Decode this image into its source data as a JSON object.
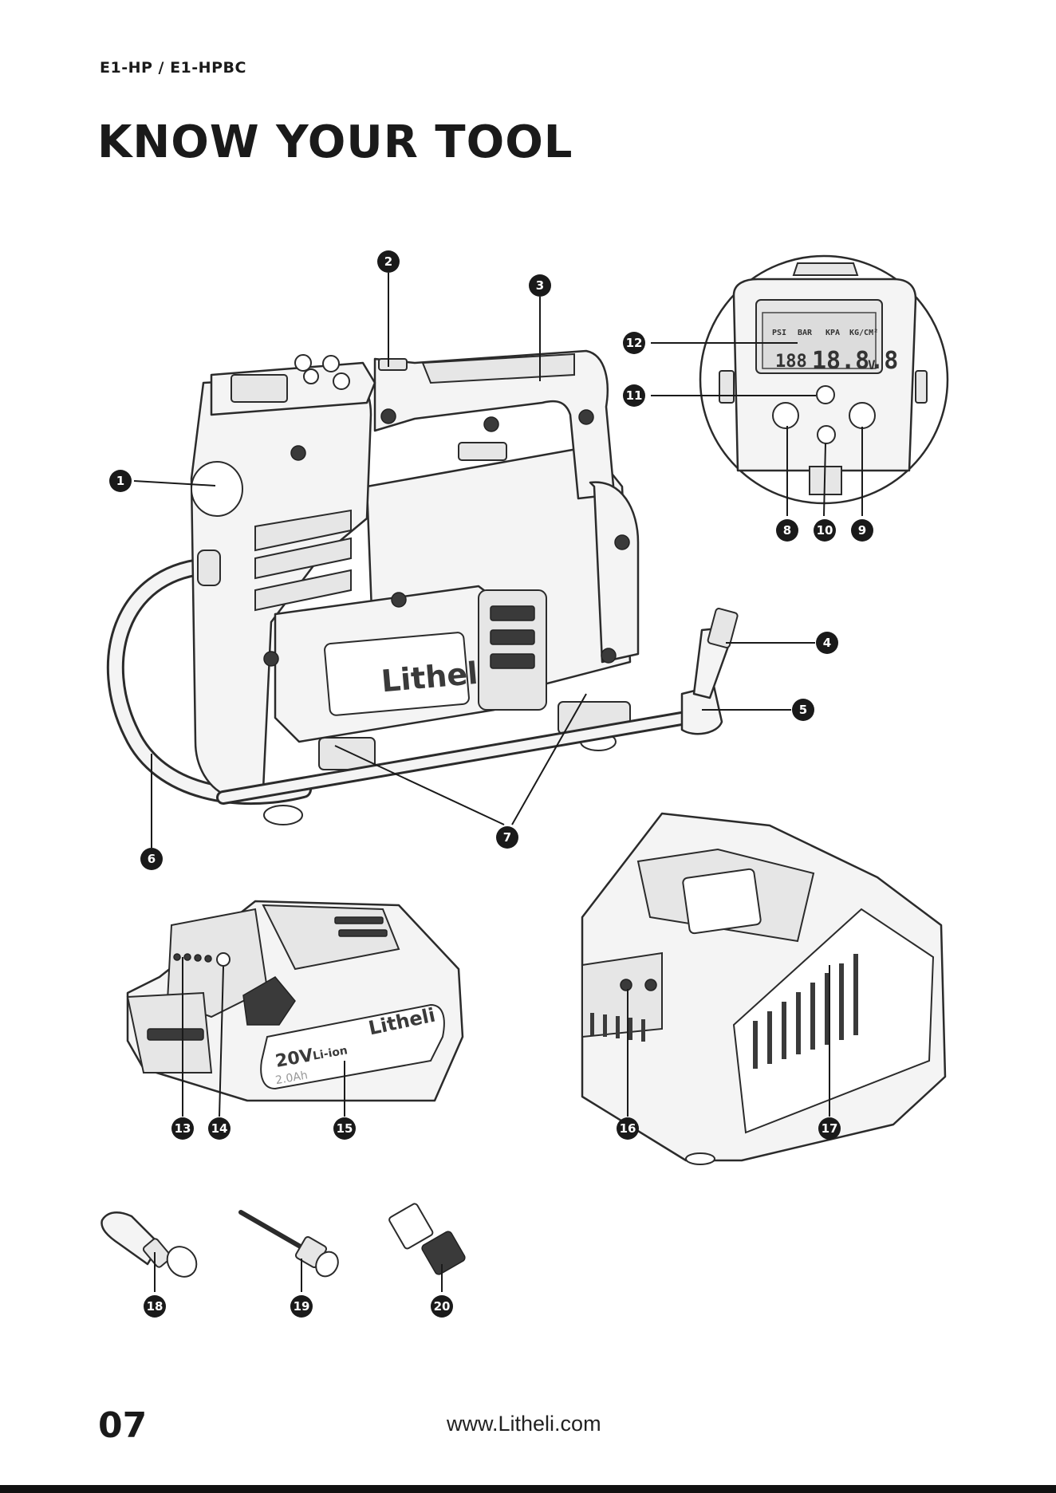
{
  "header": {
    "model": "E1-HP / E1-HPBC"
  },
  "page_title": "KNOW YOUR TOOL",
  "illustration_text": {
    "pump_brand": "Litheli",
    "battery_brand": "Litheli",
    "battery_voltage": "20V",
    "battery_type": "Li-ion",
    "battery_capacity": "2.0Ah",
    "lcd_labels": [
      "PSI",
      "BAR",
      "KPA",
      "KG/CM²"
    ],
    "lcd_left_digits": "188",
    "lcd_right_digits": "18.8.8",
    "lcd_unit": "V"
  },
  "callouts": [
    "1",
    "2",
    "3",
    "4",
    "5",
    "6",
    "7",
    "8",
    "9",
    "10",
    "11",
    "12",
    "13",
    "14",
    "15",
    "16",
    "17",
    "18",
    "19",
    "20"
  ],
  "footer": {
    "page_number": "07",
    "website": "www.Litheli.com"
  }
}
